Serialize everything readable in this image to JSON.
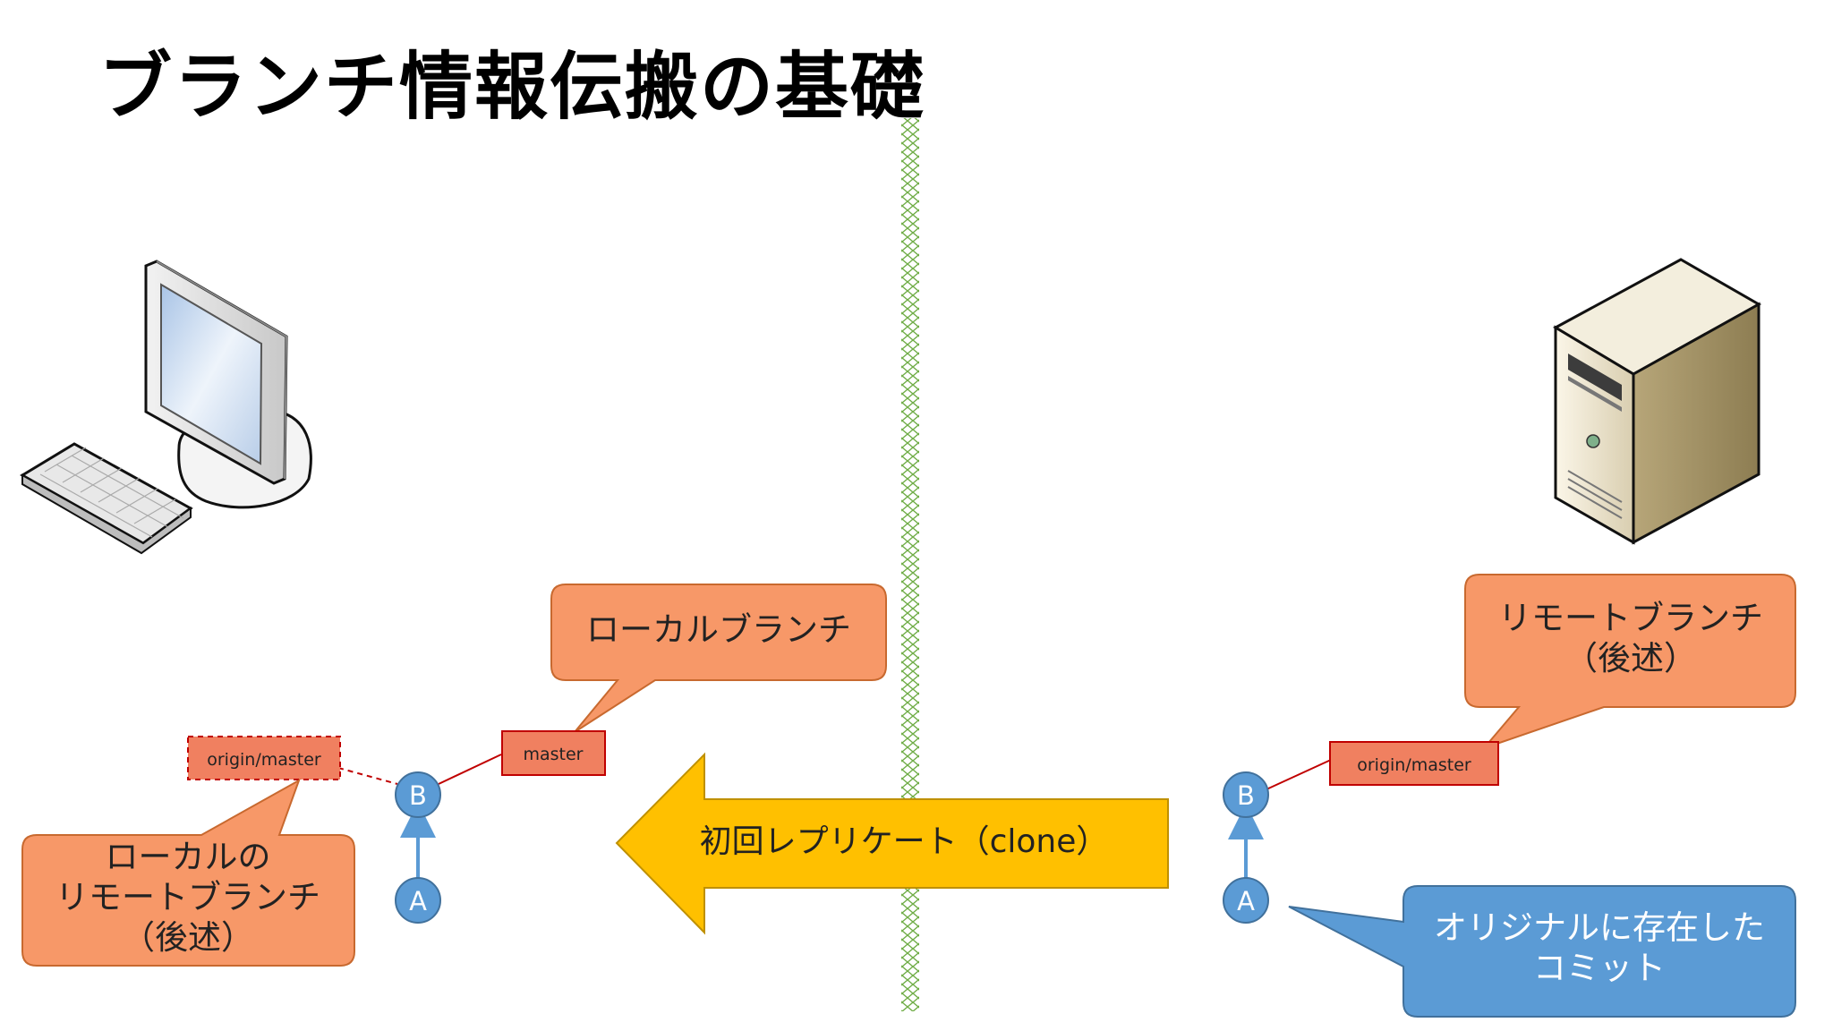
{
  "title": "ブランチ情報伝搬の基礎",
  "colors": {
    "orange_fill": "#f79868",
    "orange_stroke": "#c8692f",
    "label_fill": "#f08060",
    "label_stroke": "#c00000",
    "commit_fill": "#5b9bd5",
    "blue_box": "#5b9bd5",
    "arrow_fill": "#ffc000",
    "arrow_stroke": "#bf9000",
    "boundary": "#70ad47"
  },
  "local": {
    "computer_icon": "desktop-computer-icon",
    "callout_local_branch": "ローカルブランチ",
    "callout_remote_tracking": [
      "ローカルの",
      "リモートブランチ",
      "（後述）"
    ],
    "label_master": "master",
    "label_origin_master": "origin/master",
    "commit_b": "B",
    "commit_a": "A"
  },
  "remote": {
    "server_icon": "server-tower-icon",
    "callout_remote_branch": [
      "リモートブランチ",
      "（後述）"
    ],
    "callout_original_commit": [
      "オリジナルに存在した",
      "コミット"
    ],
    "label_origin_master": "origin/master",
    "commit_b": "B",
    "commit_a": "A"
  },
  "clone_arrow_label": "初回レプリケート（clone）"
}
